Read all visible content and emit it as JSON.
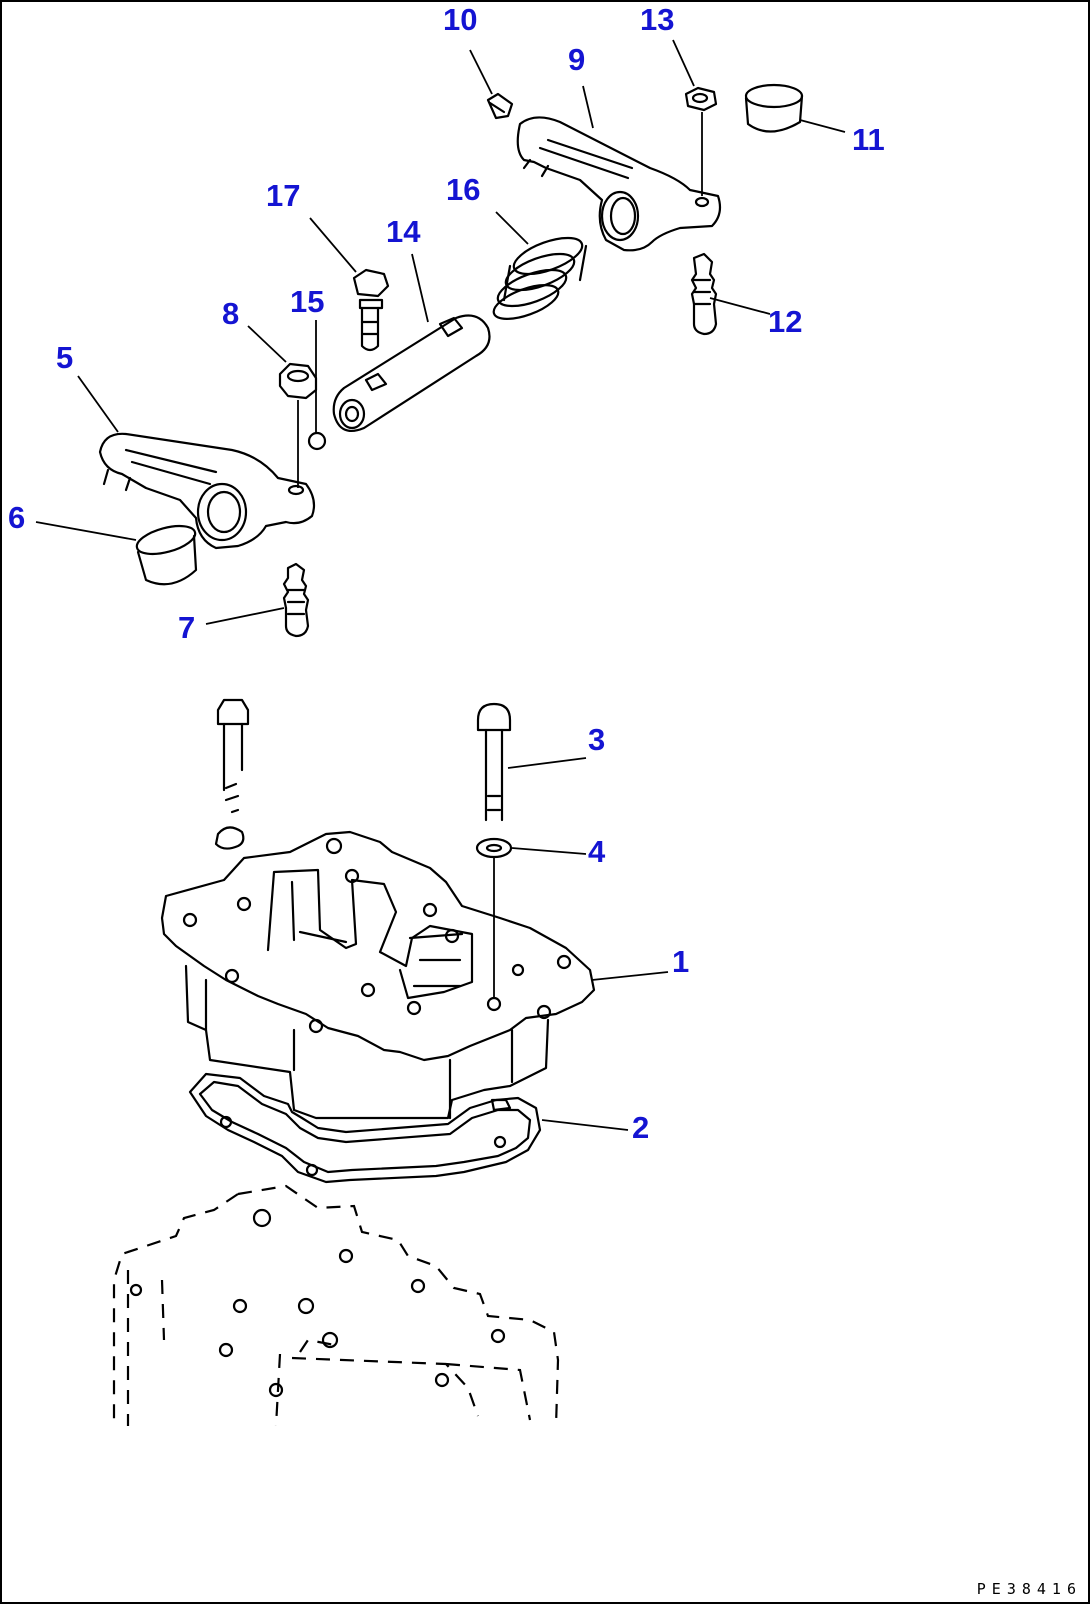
{
  "colors": {
    "callout": "#1414d2",
    "line": "#000000",
    "background": "#ffffff"
  },
  "callouts": [
    {
      "id": "1",
      "text": "1"
    },
    {
      "id": "2",
      "text": "2"
    },
    {
      "id": "3",
      "text": "3"
    },
    {
      "id": "4",
      "text": "4"
    },
    {
      "id": "5",
      "text": "5"
    },
    {
      "id": "6",
      "text": "6"
    },
    {
      "id": "7",
      "text": "7"
    },
    {
      "id": "8",
      "text": "8"
    },
    {
      "id": "9",
      "text": "9"
    },
    {
      "id": "10",
      "text": "10"
    },
    {
      "id": "11",
      "text": "11"
    },
    {
      "id": "12",
      "text": "12"
    },
    {
      "id": "13",
      "text": "13"
    },
    {
      "id": "14",
      "text": "14"
    },
    {
      "id": "15",
      "text": "15"
    },
    {
      "id": "16",
      "text": "16"
    },
    {
      "id": "17",
      "text": "17"
    }
  ],
  "drawing_code": "PE38416"
}
